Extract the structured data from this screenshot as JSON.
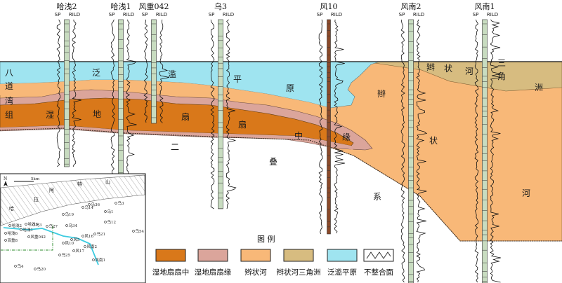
{
  "wells": [
    {
      "name": "哈浅2"
    },
    {
      "name": "哈浅1"
    },
    {
      "name": "风重042"
    },
    {
      "name": "乌3"
    },
    {
      "name": "风10"
    },
    {
      "name": "风南2"
    },
    {
      "name": "风南1"
    }
  ],
  "log_curves": {
    "left": "SP",
    "right": "RILD"
  },
  "facies_chars": {
    "floodplain": [
      "泛",
      "滥",
      "平",
      "原"
    ],
    "braided": [
      "辫",
      "状",
      "河",
      "三",
      "角",
      "洲"
    ],
    "braided_river": [
      "辫",
      "状",
      "河"
    ],
    "wet_fan": [
      "湿",
      "地",
      "扇",
      "扇",
      "中"
    ],
    "fan_edge": [
      "缘"
    ]
  },
  "strat_left": [
    "八",
    "道",
    "湾",
    "组"
  ],
  "strat_bottom": [
    "二",
    "叠",
    "系"
  ],
  "inset_map": {
    "north": "N",
    "scale": "5km",
    "mountain_label": [
      "哈",
      "拉",
      "阿",
      "特",
      "山"
    ],
    "wells": [
      {
        "label": "哈浅2"
      },
      {
        "label": "哈浅1"
      },
      {
        "label": "哈浅3"
      },
      {
        "label": "哈浅6"
      },
      {
        "label": "风重042"
      },
      {
        "label": "乌3"
      },
      {
        "label": "风10"
      },
      {
        "label": "风南2"
      },
      {
        "label": "风南1"
      },
      {
        "label": "乌36"
      },
      {
        "label": "风5"
      },
      {
        "label": "风16"
      },
      {
        "label": "风17"
      },
      {
        "label": "乌34"
      },
      {
        "label": "乌19"
      },
      {
        "label": "乌14"
      },
      {
        "label": "乌12"
      },
      {
        "label": "乌21"
      },
      {
        "label": "乌54"
      },
      {
        "label": "乌25"
      },
      {
        "label": "乌20"
      },
      {
        "label": "乌4"
      },
      {
        "label": "百重8"
      },
      {
        "label": "乌27"
      },
      {
        "label": "乌1"
      },
      {
        "label": "乌3"
      }
    ]
  },
  "legend": {
    "title": "图 例",
    "items": [
      {
        "label": "湿地扇扇中",
        "color": "#d9781a"
      },
      {
        "label": "湿地扇扇缘",
        "color": "#dba59b"
      },
      {
        "label": "辫状河",
        "color": "#f8b878"
      },
      {
        "label": "辫状河三角洲",
        "color": "#d7bc80"
      },
      {
        "label": "泛滥平原",
        "color": "#9fe4f0"
      },
      {
        "label": "不整合面",
        "color": "#222222"
      }
    ]
  },
  "colors": {
    "fan_middle": "#d9781a",
    "fan_edge": "#dba59b",
    "braided_river": "#f8b878",
    "delta": "#d7bc80",
    "floodplain": "#9fe4f0",
    "log_track": "#c8dcc0"
  }
}
